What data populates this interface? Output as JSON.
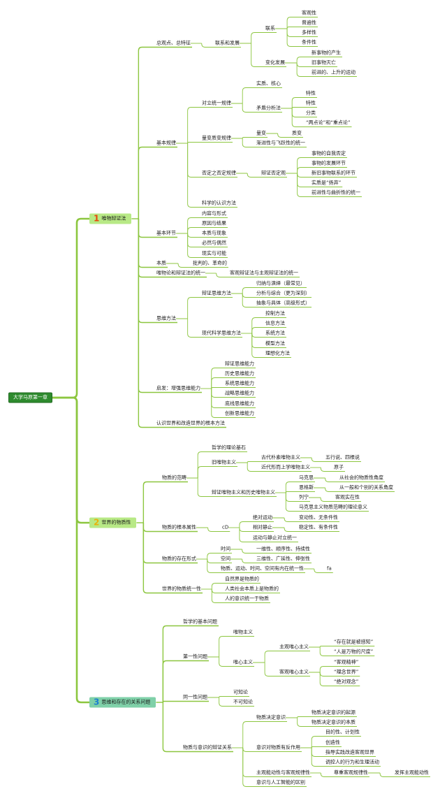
{
  "colors": {
    "line": "#8cc63f",
    "root": "#2e8b2e",
    "sec1": "#b8e986",
    "sec2": "#b8e986",
    "sec3": "#7fd0a8"
  },
  "root": {
    "label": "大学马原第一章"
  },
  "sec1": {
    "num": "1",
    "label": "唯物辩证法"
  },
  "sec2": {
    "num": "2",
    "label": "世界的物质性"
  },
  "sec3": {
    "num": "3",
    "label": "思维和存在的关系问题"
  },
  "nodes": {
    "a1": "总观点、总特征",
    "a1_1": "联系和发展",
    "a1_1_1": "联系",
    "a1_1_1_1": "客观性",
    "a1_1_1_2": "普遍性",
    "a1_1_1_3": "多样性",
    "a1_1_1_4": "条件性",
    "a1_1_2": "变化发展",
    "a1_1_2_1": "新事物的产生",
    "a1_1_2_2": "旧事物灭亡",
    "a1_1_2_3": "前进的、上升的运动",
    "a2": "基本规律",
    "a2_1": "对立统一规律",
    "a2_1_1": "实质、核心",
    "a2_1_2": "矛盾分析法",
    "a2_1_2_1": "特性",
    "a2_1_2_2": "特性",
    "a2_1_2_3": "分类",
    "a2_1_2_4": "“两点论”和“重点论”",
    "a2_2": "量变质变规律",
    "a2_2_1": "量变",
    "a2_2_1_1": "质变",
    "a2_2_2": "渐进性与飞跃性的统一",
    "a2_3": "否定之否定规律",
    "a2_3_1": "辩证否定观",
    "a2_3_1_1": "事物的自我否定",
    "a2_3_1_2": "事物的发展环节",
    "a2_3_1_3": "新旧事物联系的环节",
    "a2_3_1_4": "实质是“扬弃”",
    "a2_3_1_5": "前进性与曲折性的统一",
    "a2_4": "科学的认识方法",
    "a3": "基本环节",
    "a3_1": "内容与形式",
    "a3_2": "原因与结果",
    "a3_3": "本质与现象",
    "a3_4": "必然与偶然",
    "a3_5": "现实与可能",
    "a4": "本质",
    "a4_1": "批判的、革命的",
    "a5": "唯物论和辩证法的统一",
    "a5_1": "客观辩证法与主观辩证法的统一",
    "a6": "思维方法",
    "a6_1": "辩证思维方法",
    "a6_1_1": "归纳与演绎（最常见）",
    "a6_1_2": "分析与综合（更为深刻）",
    "a6_1_3": "抽象与具体（高级形式）",
    "a6_2": "现代科学思维方法",
    "a6_2_1": "控制方法",
    "a6_2_2": "信息方法",
    "a6_2_3": "系统方法",
    "a6_2_4": "模型方法",
    "a6_2_5": "理想化方法",
    "a7": "启发：增强思维能力",
    "a7_1": "辩证思维能力",
    "a7_2": "历史思维能力",
    "a7_3": "系统思维能力",
    "a7_4": "战略思维能力",
    "a7_5": "底线思维能力",
    "a7_6": "创新思维能力",
    "a8": "认识世界和改造世界的根本方法",
    "b1": "物质的范畴",
    "b1_1": "哲学的理论基石",
    "b1_2": "旧唯物主义",
    "b1_2_1": "古代朴素唯物主义",
    "b1_2_1_1": "五行说、四根说",
    "b1_2_2": "近代形而上学唯物主义",
    "b1_2_2_1": "原子",
    "b1_3": "辩证唯物主义和历史唯物主义",
    "b1_3_1": "马克思",
    "b1_3_1_1": "从社会的物质性角度",
    "b1_3_2": "恩格斯",
    "b1_3_2_1": "从一般和个别的关系角度",
    "b1_3_3": "列宁",
    "b1_3_3_1": "客观实在性",
    "b1_3_4": "马克思主义物质范畴的理论意义",
    "b2": "物质的根本属性",
    "b2_1": "cD",
    "b2_1_1": "绝对运动",
    "b2_1_1_1": "变动性、无条件性",
    "b2_1_2": "相对静止",
    "b2_1_2_1": "稳定性、有条件性",
    "b2_1_3": "运动与静止对立统一",
    "b3": "物质的存在形式",
    "b3_1": "时间",
    "b3_1_1": "一维性、顺序性、持续性",
    "b3_2": "空间",
    "b3_2_1": "三维性、广延性、伸张性",
    "b3_3": "物质、运动、时间、空间有内在统一性",
    "b3_3_1": "fa",
    "b4": "世界的物质统一性",
    "b4_1": "自然界是物质的",
    "b4_2": "人类社会本质上是物质的",
    "b4_3": "人的意识统一于物质",
    "c1": "哲学的基本问题",
    "c2": "第一性问题",
    "c2_1": "唯物主义",
    "c2_2": "唯心主义",
    "c2_2_1": "主观唯心主义",
    "c2_2_1_1": "“存在就是被感知”",
    "c2_2_1_2": "“人是万物的尺度”",
    "c2_2_2": "客观唯心主义",
    "c2_2_2_1": "“客观精神”",
    "c2_2_2_2": "“理念世界”",
    "c2_2_2_3": "“绝对观念”",
    "c3": "同一性问题",
    "c3_1": "可知论",
    "c3_2": "不可知论",
    "c4": "物质与意识的辩证关系",
    "c4_1": "物质决定意识",
    "c4_1_1": "物质决定意识的起源",
    "c4_1_2": "物质决定意识的本质",
    "c4_2": "意识对物质有反作用",
    "c4_2_1": "目的性、计划性",
    "c4_2_2": "创造性",
    "c4_2_3": "指导实践改造客观世界",
    "c4_2_4": "调控人的行为和生理活动",
    "c4_3": "主观能动性与客观规律性",
    "c4_3_1": "尊重客观规律性",
    "c4_3_1_1": "发挥主观能动性",
    "c4_4": "意识与人工智能的区别"
  }
}
